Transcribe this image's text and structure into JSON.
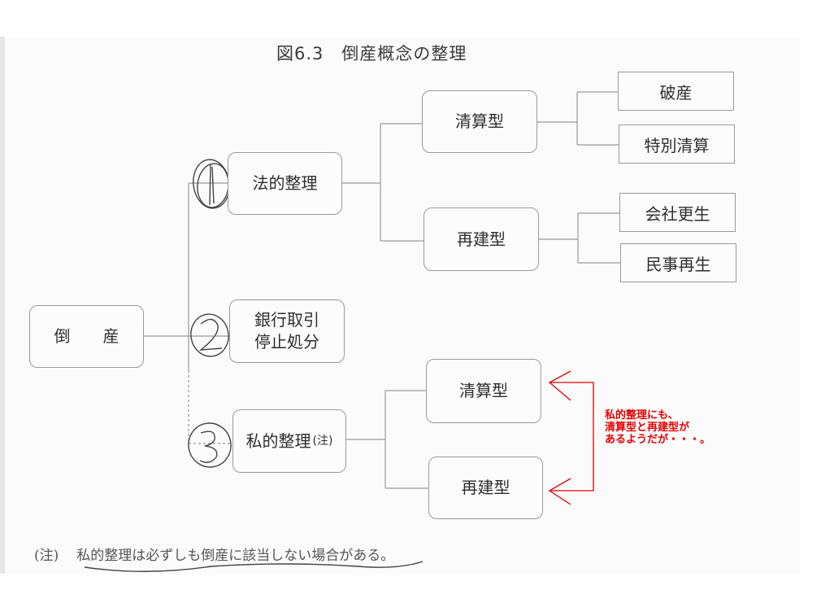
{
  "diagram": {
    "title": "図6.3　倒産概念の整理",
    "root": "倒産",
    "branches": {
      "legal": "法的整理",
      "bank": {
        "line1": "銀行取引",
        "line2": "停止処分"
      },
      "private": "私的整理",
      "private_note_marker": "(注)"
    },
    "legal_types": {
      "liquidation": "清算型",
      "reconstruction": "再建型"
    },
    "legal_liquidation_leaves": [
      "破産",
      "特別清算"
    ],
    "legal_reconstruction_leaves": [
      "会社更生",
      "民事再生"
    ],
    "private_types": {
      "liquidation": "清算型",
      "reconstruction": "再建型"
    }
  },
  "annotation": {
    "lines": [
      "私的整理にも、",
      "清算型と再建型が",
      "あるようだが・・・。"
    ],
    "color": "#e60000"
  },
  "footnote": {
    "marker": "(注)",
    "text": "私的整理は必ずしも倒産に該当しない場合がある。"
  },
  "handwriting": {
    "circled_numbers": [
      "1",
      "2",
      "3"
    ]
  }
}
